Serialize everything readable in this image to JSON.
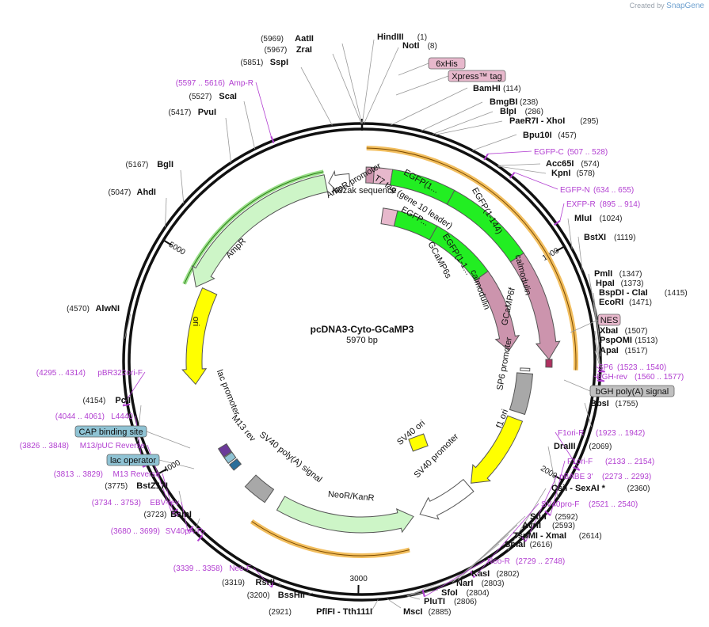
{
  "watermark": {
    "prefix": "Created by",
    "brand": "SnapGene"
  },
  "map": {
    "name": "pcDNA3-Cyto-GCaMP3",
    "size_label": "5970 bp",
    "total_bp": 5970,
    "tick_labels": [
      {
        "bp": 1000,
        "text": "1000"
      },
      {
        "bp": 2000,
        "text": "2000"
      },
      {
        "bp": 3000,
        "text": "3000"
      },
      {
        "bp": 4000,
        "text": "4000"
      },
      {
        "bp": 5000,
        "text": "5000"
      }
    ]
  },
  "sites": [
    {
      "name": "AatII",
      "pos": "(5969)"
    },
    {
      "name": "ZraI",
      "pos": "(5967)"
    },
    {
      "name": "SspI",
      "pos": "(5851)"
    },
    {
      "name": "ScaI",
      "pos": "(5527)"
    },
    {
      "name": "PvuI",
      "pos": "(5417)"
    },
    {
      "name": "BglI",
      "pos": "(5167)"
    },
    {
      "name": "AhdI",
      "pos": "(5047)"
    },
    {
      "name": "AlwNI",
      "pos": "(4570)"
    },
    {
      "name": "PciI",
      "pos": "(4154)"
    },
    {
      "name": "BstZ17I",
      "pos": "(3775)"
    },
    {
      "name": "BsmI",
      "pos": "(3723)"
    },
    {
      "name": "RsrII",
      "pos": "(3319)"
    },
    {
      "name": "BssHII",
      "pos": "(3200)"
    },
    {
      "name": "PflFI - Tth111I",
      "pos": "(2921)"
    },
    {
      "name": "MscI",
      "pos": "(2885)"
    },
    {
      "name": "PluTI",
      "pos": "(2806)"
    },
    {
      "name": "SfoI",
      "pos": "(2804)"
    },
    {
      "name": "NarI",
      "pos": "(2803)"
    },
    {
      "name": "KasI",
      "pos": "(2802)"
    },
    {
      "name": "SmaI",
      "pos": "(2616)"
    },
    {
      "name": "TspMI - XmaI",
      "pos": "(2614)"
    },
    {
      "name": "AvrII",
      "pos": "(2593)"
    },
    {
      "name": "StuI",
      "pos": "(2592)"
    },
    {
      "name": "CsiI - SexAI *",
      "pos": "(2360)"
    },
    {
      "name": "DraIII",
      "pos": "(2069)"
    },
    {
      "name": "BbsI",
      "pos": "(1755)"
    },
    {
      "name": "ApaI",
      "pos": "(1517)"
    },
    {
      "name": "PspOMI",
      "pos": "(1513)"
    },
    {
      "name": "XbaI",
      "pos": "(1507)"
    },
    {
      "name": "EcoRI",
      "pos": "(1471)"
    },
    {
      "name": "BspDI - ClaI",
      "pos": "(1415)"
    },
    {
      "name": "HpaI",
      "pos": "(1373)"
    },
    {
      "name": "PmlI",
      "pos": "(1347)"
    },
    {
      "name": "BstXI",
      "pos": "(1119)"
    },
    {
      "name": "MluI",
      "pos": "(1024)"
    },
    {
      "name": "KpnI",
      "pos": "(578)"
    },
    {
      "name": "Acc65I",
      "pos": "(574)"
    },
    {
      "name": "Bpu10I",
      "pos": "(457)"
    },
    {
      "name": "PaeR7I - XhoI",
      "pos": "(295)"
    },
    {
      "name": "BlpI",
      "pos": "(286)"
    },
    {
      "name": "BmgBI",
      "pos": "(238)"
    },
    {
      "name": "BamHI",
      "pos": "(114)"
    },
    {
      "name": "NotI",
      "pos": "(8)"
    },
    {
      "name": "HindIII",
      "pos": "(1)"
    }
  ],
  "primers": [
    {
      "name": "Amp-R",
      "pos": "(5597 .. 5616)"
    },
    {
      "name": "pBR322ori-F",
      "pos": "(4295 .. 4314)"
    },
    {
      "name": "L4440",
      "pos": "(4044 .. 4061)"
    },
    {
      "name": "M13/pUC Reverse",
      "pos": "(3826 .. 3848)"
    },
    {
      "name": "M13 Reverse",
      "pos": "(3813 .. 3829)"
    },
    {
      "name": "EBV-rev",
      "pos": "(3734 .. 3753)"
    },
    {
      "name": "SV40pA-R",
      "pos": "(3680 .. 3699)"
    },
    {
      "name": "Neo-F",
      "pos": "(3339 .. 3358)"
    },
    {
      "name": "Neo-R",
      "pos": "(2729 .. 2748)"
    },
    {
      "name": "SV40pro-F",
      "pos": "(2521 .. 2540)"
    },
    {
      "name": "pBABE 3'",
      "pos": "(2273 .. 2293)"
    },
    {
      "name": "F1ori-F",
      "pos": "(2133 .. 2154)"
    },
    {
      "name": "F1ori-R",
      "pos": "(1923 .. 1942)"
    },
    {
      "name": "BGH-rev",
      "pos": "(1560 .. 1577)"
    },
    {
      "name": "SP6",
      "pos": "(1523 .. 1540)"
    },
    {
      "name": "EXFP-R",
      "pos": "(895 .. 914)"
    },
    {
      "name": "EGFP-N",
      "pos": "(634 .. 655)"
    },
    {
      "name": "EGFP-C",
      "pos": "(507 .. 528)"
    }
  ],
  "boxed_labels": [
    {
      "text": "6xHis",
      "bg": "#e7b8cc"
    },
    {
      "text": "Xpress™ tag",
      "bg": "#e7b8cc"
    },
    {
      "text": "NES",
      "bg": "#e7b8cc"
    },
    {
      "text": "bGH poly(A) signal",
      "bg": "#c0c0c0"
    },
    {
      "text": "CAP binding site",
      "bg": "#8fc3d4"
    },
    {
      "text": "lac operator",
      "bg": "#8fc3d4"
    }
  ],
  "feature_labels": [
    {
      "text": "AmpR promoter"
    },
    {
      "text": "AmpR"
    },
    {
      "text": "ori"
    },
    {
      "text": "T7 tag (gene 10 leader)"
    },
    {
      "text": "Kozak sequence"
    },
    {
      "text": "EGFP(1..."
    },
    {
      "text": "EGFP(1-144)"
    },
    {
      "text": "calmodulin"
    },
    {
      "text": "GCaMP6f"
    },
    {
      "text": "EGFP..."
    },
    {
      "text": "EGFP(1-1..."
    },
    {
      "text": "calmodulin"
    },
    {
      "text": "GCaMP6s"
    },
    {
      "text": "SP6 promoter"
    },
    {
      "text": "f1 ori"
    },
    {
      "text": "SV40 ori"
    },
    {
      "text": "SV40 promoter"
    },
    {
      "text": "NeoR/KanR"
    },
    {
      "text": "SV40 poly(A) signal"
    },
    {
      "text": "M13 rev"
    },
    {
      "text": "lac promoter"
    }
  ],
  "colors": {
    "backbone": "#111111",
    "amp": "#cdf5c7",
    "ori": "#ffff00",
    "egfp": "#22ee22",
    "calmodulin": "#cc94ad",
    "promoter": "#ffffff",
    "polyA": "#a8a8a8",
    "primer": "#b23fd1",
    "orf_outline": "#f2be5e"
  }
}
